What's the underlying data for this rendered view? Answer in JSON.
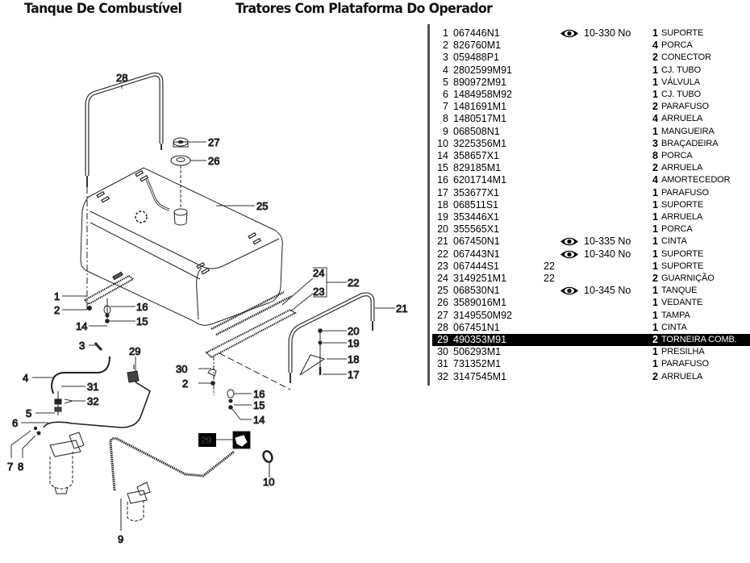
{
  "header": {
    "title_left": "Tanque De Combustível",
    "title_right": "Tratores Com Plataforma Do Operador"
  },
  "diagram": {
    "callouts": [
      "28",
      "27",
      "26",
      "25",
      "1",
      "2",
      "16",
      "15",
      "14",
      "24",
      "23",
      "22",
      "21",
      "20",
      "19",
      "18",
      "17",
      "30",
      "2",
      "16",
      "15",
      "14",
      "3",
      "29",
      "4",
      "31",
      "32",
      "5",
      "6",
      "7",
      "8",
      "29",
      "10",
      "9"
    ],
    "highlighted_callout": "29"
  },
  "parts": [
    {
      "num": "1",
      "part": "067446N1",
      "ref": "10-330 No",
      "ref_icon": "eye-icon",
      "qty": "1",
      "desc": "SUPORTE"
    },
    {
      "num": "2",
      "part": "826760M1",
      "ref": "",
      "qty": "4",
      "desc": "PORCA"
    },
    {
      "num": "3",
      "part": "059488P1",
      "ref": "",
      "qty": "2",
      "desc": "CONECTOR"
    },
    {
      "num": "4",
      "part": "2802599M91",
      "ref": "",
      "qty": "1",
      "desc": "CJ. TUBO"
    },
    {
      "num": "5",
      "part": "890972M91",
      "ref": "",
      "qty": "1",
      "desc": "VÁLVULA"
    },
    {
      "num": "6",
      "part": "1484958M92",
      "ref": "",
      "qty": "1",
      "desc": "CJ. TUBO"
    },
    {
      "num": "7",
      "part": "1481691M1",
      "ref": "",
      "qty": "2",
      "desc": "PARAFUSO"
    },
    {
      "num": "8",
      "part": "1480517M1",
      "ref": "",
      "qty": "4",
      "desc": "ARRUELA"
    },
    {
      "num": "9",
      "part": "068508N1",
      "ref": "",
      "qty": "1",
      "desc": "MANGUEIRA"
    },
    {
      "num": "10",
      "part": "3225356M1",
      "ref": "",
      "qty": "3",
      "desc": "BRAÇADEIRA"
    },
    {
      "num": "14",
      "part": "358657X1",
      "ref": "",
      "qty": "8",
      "desc": "PORCA"
    },
    {
      "num": "15",
      "part": "829185M1",
      "ref": "",
      "qty": "2",
      "desc": "ARRUELA"
    },
    {
      "num": "16",
      "part": "6201714M1",
      "ref": "",
      "qty": "4",
      "desc": "AMORTECEDOR"
    },
    {
      "num": "17",
      "part": "353677X1",
      "ref": "",
      "qty": "1",
      "desc": "PARAFUSO"
    },
    {
      "num": "18",
      "part": "068511S1",
      "ref": "",
      "qty": "1",
      "desc": "SUPORTE"
    },
    {
      "num": "19",
      "part": "353446X1",
      "ref": "",
      "qty": "1",
      "desc": "ARRUELA"
    },
    {
      "num": "20",
      "part": "355565X1",
      "ref": "",
      "qty": "1",
      "desc": "PORCA"
    },
    {
      "num": "21",
      "part": "067450N1",
      "ref": "10-335 No",
      "ref_icon": "eye-icon",
      "qty": "1",
      "desc": "CINTA"
    },
    {
      "num": "22",
      "part": "067443N1",
      "ref": "10-340 No",
      "ref_icon": "eye-icon",
      "qty": "1",
      "desc": "SUPORTE"
    },
    {
      "num": "23",
      "part": "067444S1",
      "ref": "22",
      "qty": "1",
      "desc": "SUPORTE"
    },
    {
      "num": "24",
      "part": "3149251M1",
      "ref": "22",
      "qty": "2",
      "desc": "GUARNIÇÃO"
    },
    {
      "num": "25",
      "part": "068530N1",
      "ref": "10-345 No",
      "ref_icon": "eye-icon",
      "qty": "1",
      "desc": "TANQUE"
    },
    {
      "num": "26",
      "part": "3589016M1",
      "ref": "",
      "qty": "1",
      "desc": "VEDANTE"
    },
    {
      "num": "27",
      "part": "3149550M92",
      "ref": "",
      "qty": "1",
      "desc": "TAMPA"
    },
    {
      "num": "28",
      "part": "067451N1",
      "ref": "",
      "qty": "1",
      "desc": "CINTA"
    },
    {
      "num": "29",
      "part": "490353M91",
      "ref": "",
      "qty": "2",
      "desc": "TORNEIRA COMB.",
      "highlighted": true
    },
    {
      "num": "30",
      "part": "506293M1",
      "ref": "",
      "qty": "1",
      "desc": "PRESILHA"
    },
    {
      "num": "31",
      "part": "731352M1",
      "ref": "",
      "qty": "1",
      "desc": "PARAFUSO"
    },
    {
      "num": "32",
      "part": "3147545M1",
      "ref": "",
      "qty": "2",
      "desc": "ARRUELA"
    }
  ],
  "colors": {
    "highlight_bg": "#000000",
    "highlight_fg": "#ffffff",
    "list_border": "#555555"
  }
}
